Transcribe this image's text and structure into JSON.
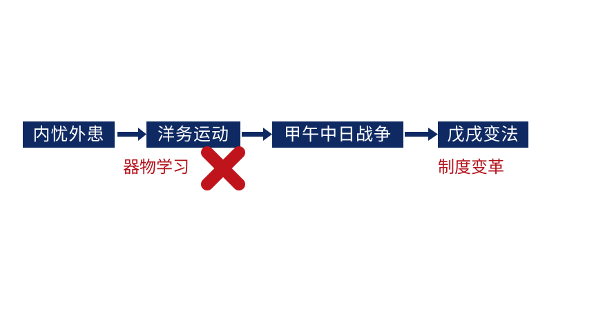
{
  "flow": {
    "steps": [
      {
        "label": "内忧外患"
      },
      {
        "label": "洋务运动"
      },
      {
        "label": "甲午中日战争"
      },
      {
        "label": "戊戌变法"
      }
    ]
  },
  "notes": {
    "left": "器物学习",
    "right": "制度变革"
  },
  "colors": {
    "box": "#0f2a63",
    "arrow": "#0f2a63",
    "note": "#b3121b",
    "cross": "#c0141c"
  },
  "icons": {
    "cross": "cross-icon",
    "arrow": "arrow-right-icon"
  }
}
